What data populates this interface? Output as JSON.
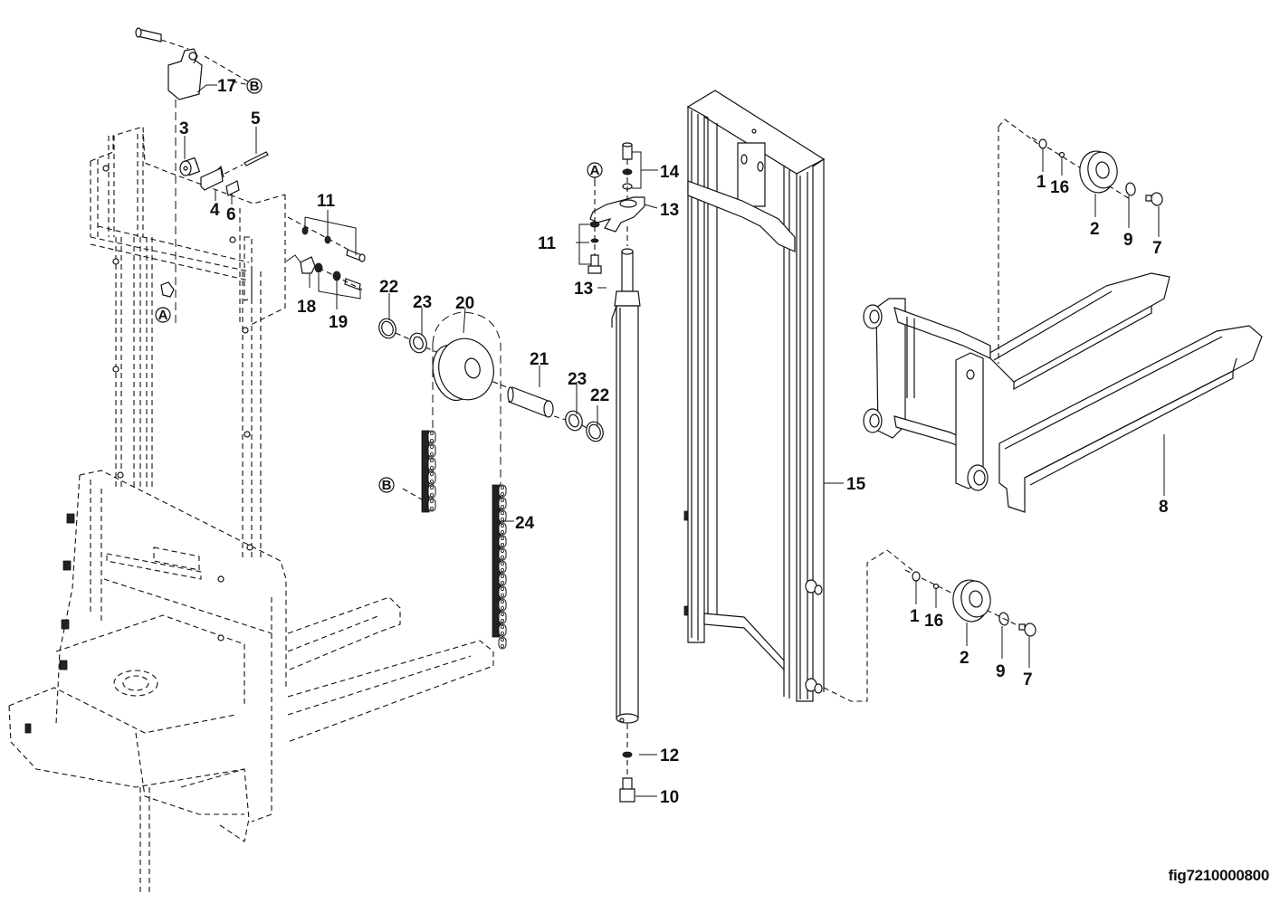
{
  "figure": {
    "id": "fig7210000800",
    "description": "Exploded parts diagram of mast, lift cylinder, chain pulley and fork assembly"
  },
  "callouts": {
    "A": "A",
    "B": "B"
  },
  "part_labels": [
    {
      "key": "p17",
      "text": "17"
    },
    {
      "key": "p3",
      "text": "3"
    },
    {
      "key": "p5",
      "text": "5"
    },
    {
      "key": "p4",
      "text": "4"
    },
    {
      "key": "p6",
      "text": "6"
    },
    {
      "key": "p11a",
      "text": "11"
    },
    {
      "key": "p18",
      "text": "18"
    },
    {
      "key": "p19",
      "text": "19"
    },
    {
      "key": "p22a",
      "text": "22"
    },
    {
      "key": "p23a",
      "text": "23"
    },
    {
      "key": "p20",
      "text": "20"
    },
    {
      "key": "p21",
      "text": "21"
    },
    {
      "key": "p23b",
      "text": "23"
    },
    {
      "key": "p22b",
      "text": "22"
    },
    {
      "key": "p24",
      "text": "24"
    },
    {
      "key": "p14",
      "text": "14"
    },
    {
      "key": "p13a",
      "text": "13"
    },
    {
      "key": "p11b",
      "text": "11"
    },
    {
      "key": "p13b",
      "text": "13"
    },
    {
      "key": "p12",
      "text": "12"
    },
    {
      "key": "p10",
      "text": "10"
    },
    {
      "key": "p15",
      "text": "15"
    },
    {
      "key": "p1a",
      "text": "1"
    },
    {
      "key": "p16a",
      "text": "16"
    },
    {
      "key": "p2a",
      "text": "2"
    },
    {
      "key": "p9a",
      "text": "9"
    },
    {
      "key": "p7a",
      "text": "7"
    },
    {
      "key": "p8",
      "text": "8"
    },
    {
      "key": "p1b",
      "text": "1"
    },
    {
      "key": "p16b",
      "text": "16"
    },
    {
      "key": "p2b",
      "text": "2"
    },
    {
      "key": "p9b",
      "text": "9"
    },
    {
      "key": "p7b",
      "text": "7"
    }
  ]
}
